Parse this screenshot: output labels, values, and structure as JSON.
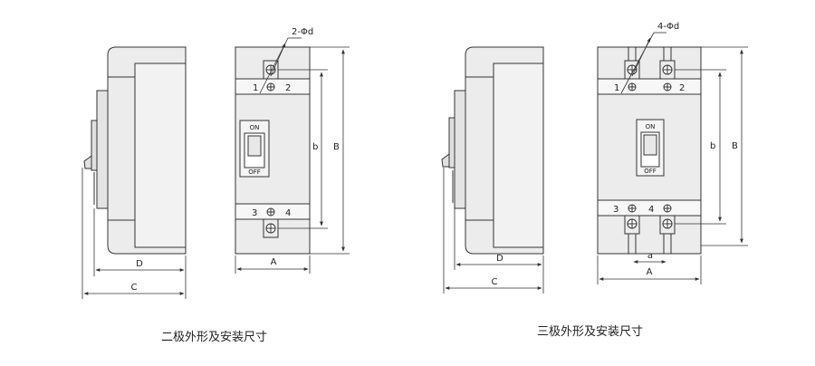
{
  "two_pole": {
    "caption": "二极外形及安装尺寸",
    "hole_label": "2-Φd",
    "terminal_top_left": "1",
    "terminal_top_right": "2",
    "terminal_bottom_left": "3",
    "terminal_bottom_right": "4",
    "switch_on": "ON",
    "switch_off": "OFF",
    "dim_D": "D",
    "dim_C": "C",
    "dim_A": "A",
    "dim_b": "b",
    "dim_B": "B"
  },
  "three_pole": {
    "caption": "三极外形及安装尺寸",
    "hole_label": "4-Φd",
    "terminal_top_left": "1",
    "terminal_top_right": "2",
    "terminal_bottom_left": "3",
    "terminal_bottom_right": "4",
    "switch_on": "ON",
    "switch_off": "OFF",
    "dim_D": "D",
    "dim_C": "C",
    "dim_A": "A",
    "dim_a": "a",
    "dim_b": "b",
    "dim_B": "B"
  },
  "colors": {
    "line": "#333333",
    "body_fill": "#ececec",
    "band_fill": "#f7f7f7",
    "switch_fill": "#ffffff"
  }
}
